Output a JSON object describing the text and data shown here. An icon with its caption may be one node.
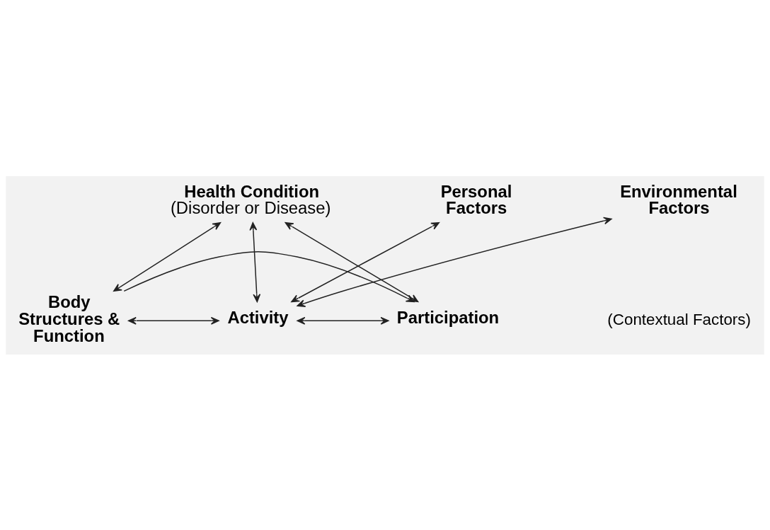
{
  "diagram": {
    "nodes": [
      {
        "text": [
          "Health Condition",
          "(Disorder or Disease)"
        ]
      },
      {
        "text": [
          "Body Structures & Function"
        ]
      },
      {
        "text": [
          "Activity"
        ]
      },
      {
        "text": [
          "Participation"
        ]
      },
      {
        "text": [
          "Environmental Factors"
        ]
      },
      {
        "text": [
          "Personal Factors"
        ]
      }
    ],
    "edges": [
      {
        "from": 0,
        "to": 2,
        "arrow": "both"
      },
      {
        "from": 0,
        "to": 1,
        "arrow": "both"
      },
      {
        "from": 0,
        "to": 3,
        "arrow": "both"
      },
      {
        "from": 1,
        "to": 2,
        "arrow": "both"
      },
      {
        "from": 2,
        "to": 3,
        "arrow": "both"
      },
      {
        "from": 1,
        "to": 3,
        "arrow": "to"
      },
      {
        "from": 4,
        "to": 2,
        "arrow": "both"
      },
      {
        "from": 5,
        "to": 2,
        "arrow": "both"
      }
    ],
    "labels": [
      "(Contextual Factors)"
    ]
  }
}
